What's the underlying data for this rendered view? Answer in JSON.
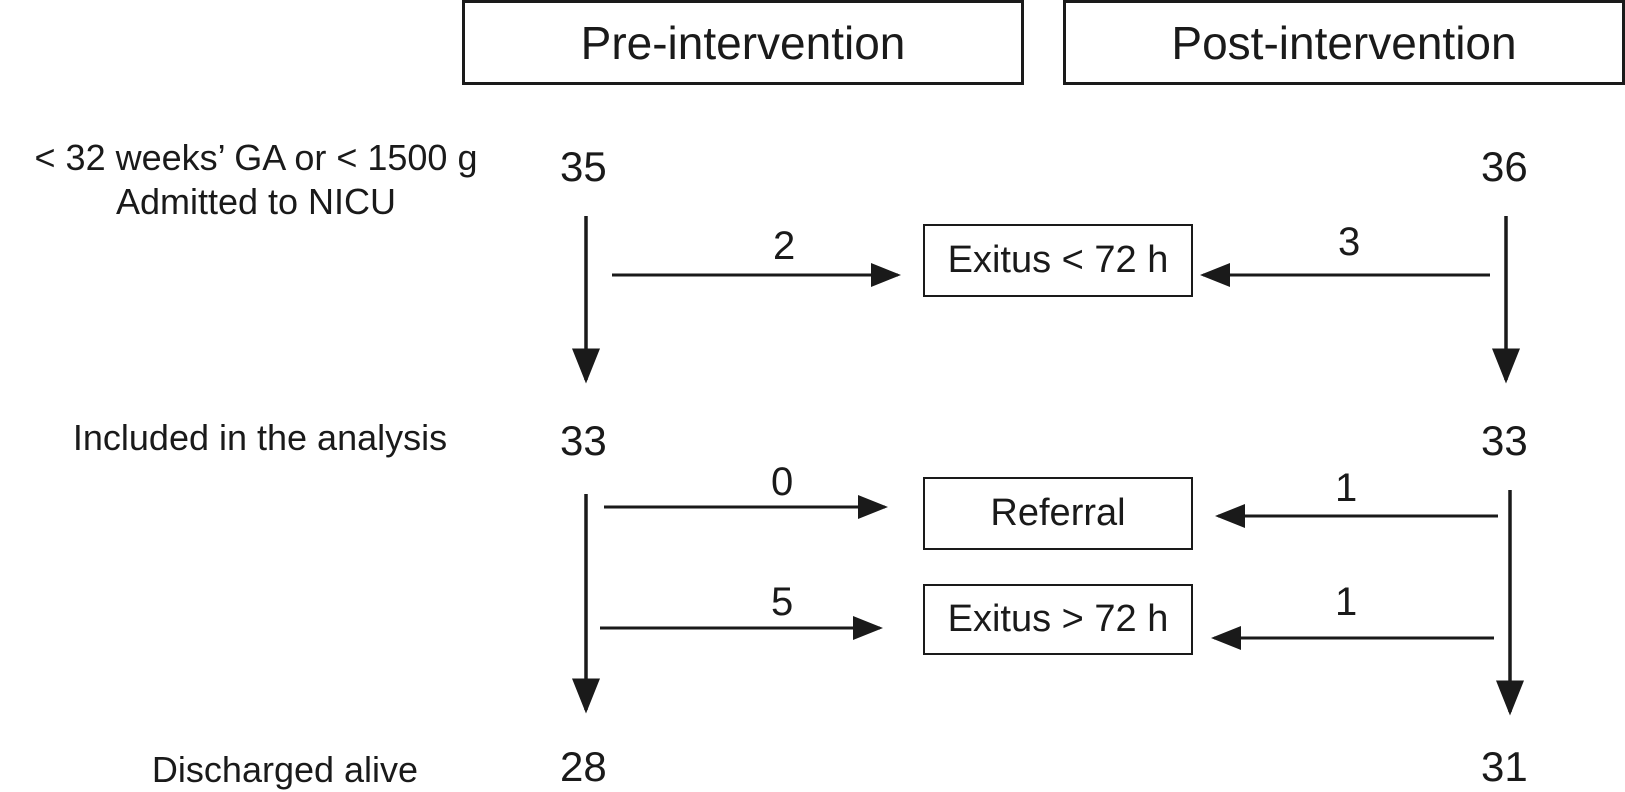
{
  "headers": {
    "pre": "Pre-intervention",
    "post": "Post-intervention"
  },
  "rows": {
    "eligible_line1": "< 32 weeks’ GA or < 1500 g",
    "eligible_line2": "Admitted to NICU",
    "included": "Included in the analysis",
    "discharged": "Discharged alive"
  },
  "counts": {
    "pre_eligible": "35",
    "post_eligible": "36",
    "pre_included": "33",
    "post_included": "33",
    "pre_discharged": "28",
    "post_discharged": "31"
  },
  "boxes": {
    "exitus_early": "Exitus < 72 h",
    "referral": "Referral",
    "exitus_late": "Exitus > 72 h"
  },
  "flows": {
    "pre_exitus_early": "2",
    "post_exitus_early": "3",
    "pre_referral": "0",
    "post_referral": "1",
    "pre_exitus_late": "5",
    "post_exitus_late": "1"
  }
}
